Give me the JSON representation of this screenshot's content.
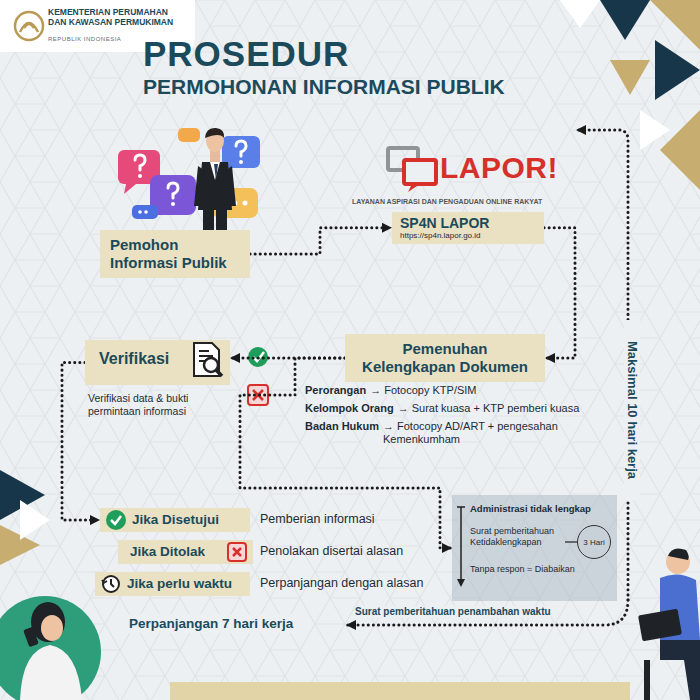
{
  "diagram": {
    "title": "PROSEDUR",
    "nodes": [
      {
        "text": [
          "Pemohon Informasi Publik"
        ]
      },
      {
        "text": [
          "SP4N LAPOR",
          "https://sp4n.lapor.go.id"
        ]
      },
      {
        "text": [
          "Pemenuhan Kelengkapan Dokumen"
        ]
      },
      {
        "text": [
          "Verifikasi"
        ]
      },
      {
        "text": [
          "Jika Disetujui"
        ]
      },
      {
        "text": [
          "Jika Ditolak"
        ]
      },
      {
        "text": [
          "Jika perlu waktu"
        ]
      },
      {
        "text": [
          "Administrasi tidak lengkap",
          "Surat pemberitahuan Ketidaklengkapan",
          "Tanpa respon = Diabaikan"
        ]
      },
      {
        "text": [
          "3 Hari"
        ],
        "in": 7
      },
      {
        "text": [
          "Perpanjangan 7 hari kerja"
        ]
      }
    ],
    "edges": [
      {
        "from": 0,
        "to": 1,
        "arrow": "to"
      },
      {
        "from": 1,
        "to": 2,
        "arrow": "to"
      },
      {
        "from": 2,
        "to": 3,
        "arrow": "to"
      },
      {
        "from": 2,
        "to": 7,
        "arrow": "to"
      },
      {
        "from": 3,
        "to": 4,
        "arrow": "to"
      }
    ],
    "labels": [
      "KEMENTERIAN PERUMAHAN DAN KAWASAN PERMUKIMAN",
      "REPUBLIK INDONESIA",
      "PERMOHONAN INFORMASI PUBLIK",
      "LAPOR!",
      "LAYANAN ASPIRASI DAN PENGADUAN ONLINE RAKYAT",
      "Perorangan",
      "→ Fotocopy KTP/SIM",
      "Kelompok Orang",
      "→ Surat kuasa + KTP pemberi kuasa",
      "Badan Hukum",
      "→ Fotocopy AD/ART + pengesahan Kemenkumham",
      "Verifikasi data & bukti permintaan informasi",
      "Pemberian informasi",
      "Penolakan disertai alasan",
      "Perpanjangan dengan alasan",
      "Maksimal 10 hari kerja",
      "Surat pemberitahuan penambahan waktu"
    ]
  }
}
